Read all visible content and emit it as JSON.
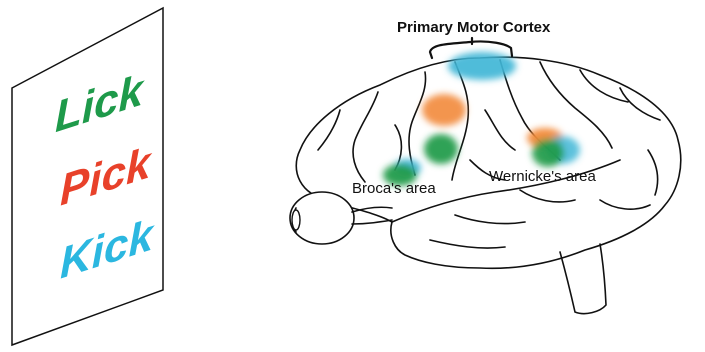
{
  "card": {
    "words": [
      {
        "text": "Lick",
        "color": "#1e9a4a"
      },
      {
        "text": "Pick",
        "color": "#e8412a"
      },
      {
        "text": "Kick",
        "color": "#2bb7e0"
      }
    ]
  },
  "brain": {
    "title": "Primary Motor Cortex",
    "broca_label": "Broca's area",
    "wernicke_label": "Wernicke's area"
  },
  "blob_colors": {
    "cyan": "#3fb6d6",
    "orange": "#f28a3a",
    "green": "#1f9a46"
  }
}
